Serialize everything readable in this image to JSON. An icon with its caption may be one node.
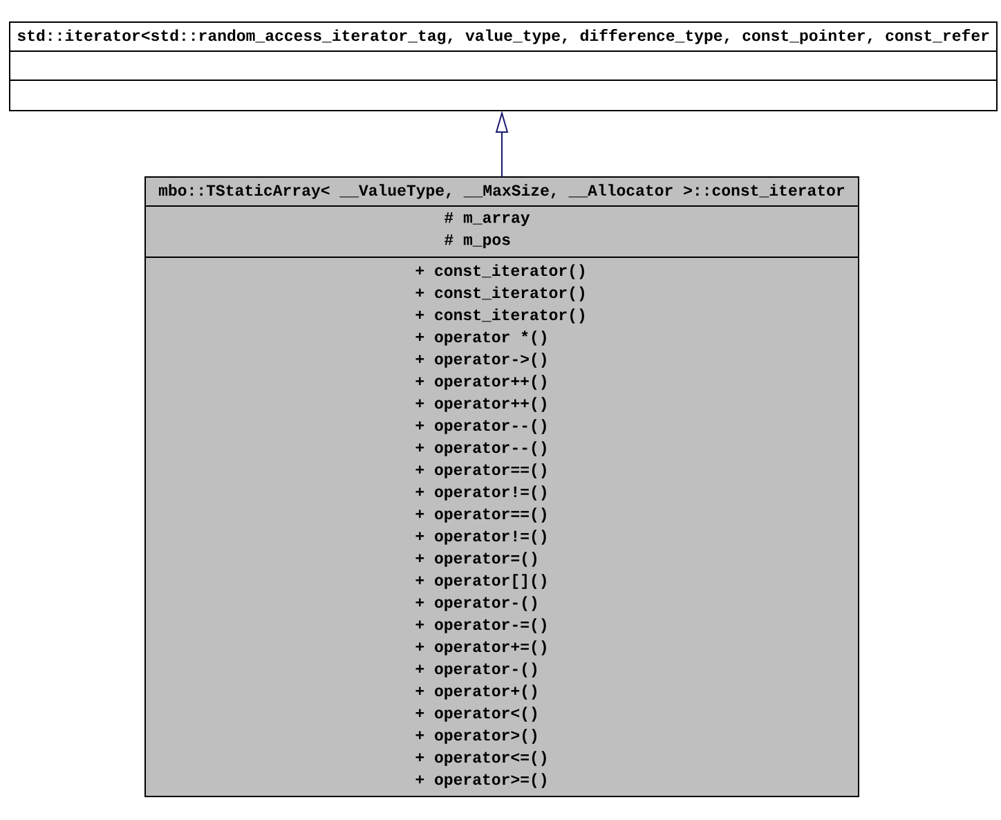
{
  "diagram": {
    "nodes": [
      {
        "text": [
          "std::iterator<std::random_access_iterator_tag, value_type, difference_type, const_pointer, const_refer"
        ]
      },
      {
        "text": [
          "mbo::TStaticArray< __ValueType, __MaxSize, __Allocator >::const_iterator",
          "# m_array",
          "# m_pos",
          "+ const_iterator()",
          "+ const_iterator()",
          "+ const_iterator()",
          "+ operator *()",
          "+ operator->()",
          "+ operator++()",
          "+ operator++()",
          "+ operator--()",
          "+ operator--()",
          "+ operator==()",
          "+ operator!=()",
          "+ operator==()",
          "+ operator!=()",
          "+ operator=()",
          "+ operator[]()",
          "+ operator-()",
          "+ operator-=()",
          "+ operator+=()",
          "+ operator-()",
          "+ operator+()",
          "+ operator<()",
          "+ operator>()",
          "+ operator<=()",
          "+ operator>=()"
        ]
      }
    ],
    "edges": [
      {
        "from": 1,
        "to": 0,
        "arrow": "to"
      }
    ]
  }
}
